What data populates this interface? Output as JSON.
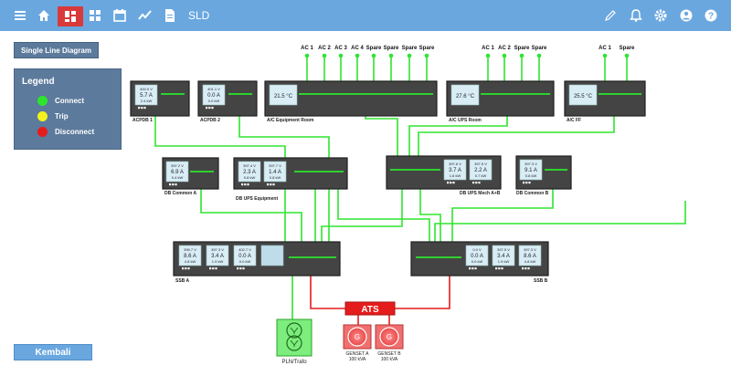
{
  "topbar": {
    "title": "SLD",
    "left_icons": [
      "menu-icon",
      "home-icon",
      "dashboard-icon",
      "grid-icon",
      "calendar-icon",
      "trend-icon",
      "document-icon"
    ],
    "right_icons": [
      "edit-icon",
      "bell-icon",
      "settings-icon",
      "user-icon",
      "help-icon"
    ],
    "bar_color": "#6aa7df",
    "active_color": "#d83a3a"
  },
  "sidebar": {
    "sld_button": "Single Line Diagram",
    "legend_title": "Legend",
    "legend": [
      {
        "label": "Connect",
        "color": "#2ee52e"
      },
      {
        "label": "Trip",
        "color": "#f2f21c"
      },
      {
        "label": "Disconnect",
        "color": "#e51c1c"
      }
    ],
    "back_button": "Kembali"
  },
  "ac_labels": {
    "room": [
      "AC 1",
      "AC 2",
      "AC 3",
      "AC 4",
      "Spare",
      "Spare",
      "Spare",
      "Spare"
    ],
    "ups": [
      "AC 1",
      "AC 2",
      "Spare",
      "Spare"
    ],
    "ff": [
      "AC 1",
      "Spare"
    ]
  },
  "panels": {
    "acpdb1": {
      "label": "ACPDB 1",
      "meter": [
        "400.0 V",
        "5.7 A",
        "2.4 kW"
      ]
    },
    "acpdb2": {
      "label": "ACPDB 2",
      "meter": [
        "401.1 V",
        "0.0 A",
        "0.0 kW"
      ]
    },
    "ac_room": {
      "label": "A/C Equipment Room",
      "temp": "21.5 °C"
    },
    "ac_ups": {
      "label": "A/C UPS Room",
      "temp": "27.6 °C"
    },
    "ac_ff": {
      "label": "A/C FF",
      "temp": "25.5 °C"
    },
    "db_common_a": {
      "label": "DB Common A",
      "meter": [
        "397.2 V",
        "6.9 A",
        "0.4 kW"
      ]
    },
    "db_ups_eq": {
      "label": "DB UPS Equipment",
      "meters": [
        [
          "397.4 V",
          "2.3 A",
          "0.8 kW"
        ],
        [
          "397.7 V",
          "1.4 A",
          "0.8 kW"
        ]
      ]
    },
    "db_ups_mech": {
      "label": "DB UPS Mech A+B",
      "meters": [
        [
          "397.6 V",
          "3.7 A",
          "1.6 kW"
        ],
        [
          "397.5 V",
          "2.2 A",
          "0.7 kW"
        ]
      ]
    },
    "db_common_b": {
      "label": "DB Common B",
      "meter": [
        "397.3 V",
        "9.1 A",
        "0.8 kW"
      ]
    },
    "ssb_a": {
      "label": "SSB A",
      "meters": [
        [
          "395.7 V",
          "8.6 A",
          "4.8 kW"
        ],
        [
          "397.3 V",
          "3.4 A",
          "1.9 kW"
        ],
        [
          "402.7 V",
          "0.0 A",
          "0.0 kW"
        ]
      ]
    },
    "ssb_b": {
      "label": "SSB B",
      "meters": [
        [
          "0.0 V",
          "0.0 A",
          "0.0 kW"
        ],
        [
          "397.5 V",
          "3.4 A",
          "1.9 kW"
        ],
        [
          "397.3 V",
          "8.6 A",
          "4.8 kW"
        ]
      ]
    }
  },
  "ats_label": "ATS",
  "sources": {
    "pln": "PLN/Trafo",
    "gen_a": [
      "GENSET A",
      "100 kVA"
    ],
    "gen_b": [
      "GENSET B",
      "100 kVA"
    ]
  }
}
